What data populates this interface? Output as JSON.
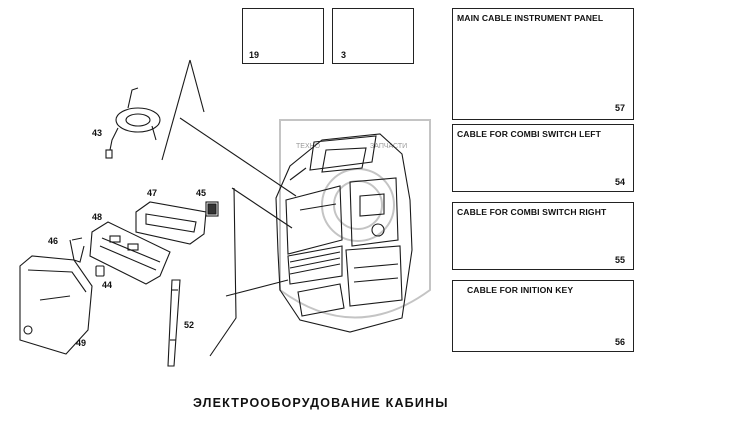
{
  "caption": "ЭЛЕКТРООБОРУДОВАНИЕ КАБИНЫ",
  "watermark": {
    "left": "ТЕХНО",
    "right": "ЗАПЧАСТИ"
  },
  "boxes": {
    "box19": {
      "number": "19"
    },
    "box3": {
      "number": "3"
    },
    "box57": {
      "title": "MAIN CABLE INSTRUMENT PANEL",
      "number": "57"
    },
    "box54": {
      "title": "CABLE FOR COMBI SWITCH LEFT",
      "number": "54"
    },
    "box55": {
      "title": "CABLE FOR COMBI SWITCH RIGHT",
      "number": "55"
    },
    "box56": {
      "title": "CABLE FOR INITION KEY",
      "number": "56"
    }
  },
  "callouts": {
    "p43": "43",
    "p47": "47",
    "p45": "45",
    "p48": "48",
    "p46": "46",
    "p44": "44",
    "p49": "49",
    "p52": "52"
  },
  "colors": {
    "line": "#1a1a1a",
    "watermark": "#b5b5b5"
  }
}
